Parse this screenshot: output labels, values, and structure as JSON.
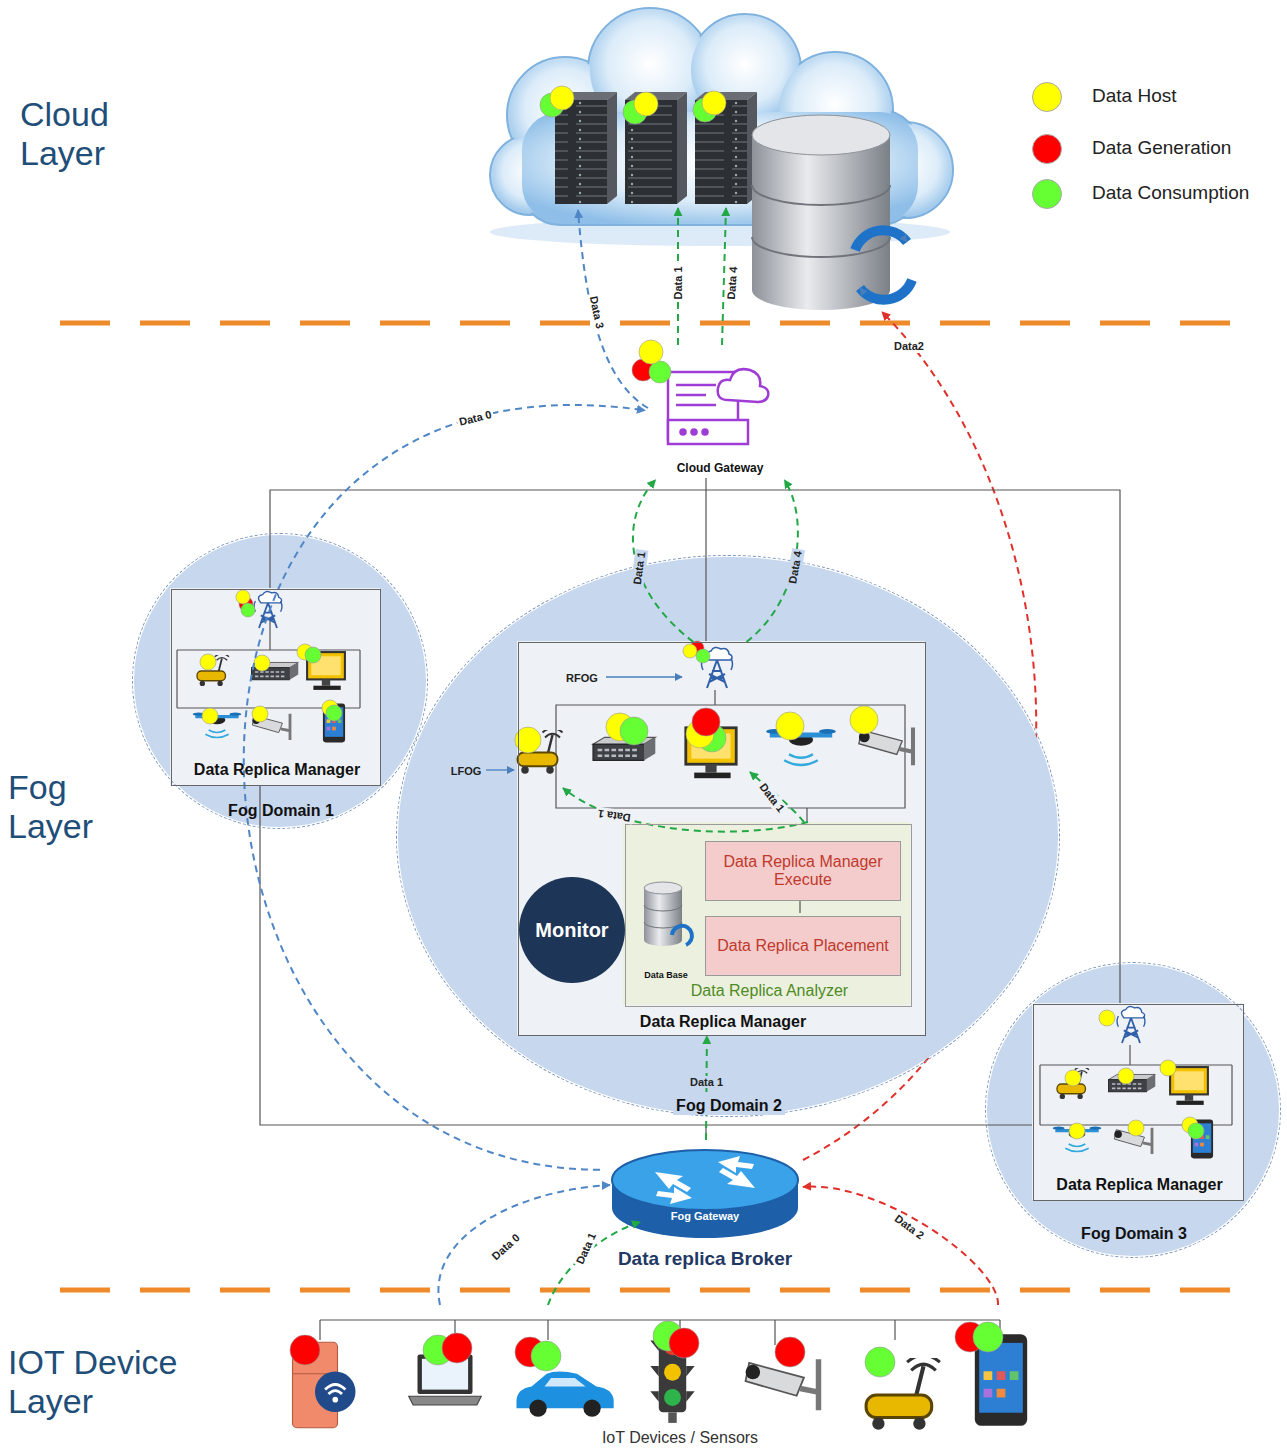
{
  "diagram": {
    "nodes": [
      {
        "text": [
          "Cloud Gateway"
        ]
      },
      {
        "text": [
          "Fog  Domain 1"
        ]
      },
      {
        "text": [
          "Data Replica Manager"
        ],
        "in": 1
      },
      {
        "text": [
          "Fog  Domain 2"
        ]
      },
      {
        "text": [
          "Data Replica Manager"
        ],
        "in": 3
      },
      {
        "text": [
          "Data Replica Analyzer"
        ],
        "in": 4
      },
      {
        "text": [
          "Data Replica Manager Execute"
        ],
        "in": 5
      },
      {
        "text": [
          "Data Replica Placement"
        ],
        "in": 5
      },
      {
        "text": [
          "Monitor"
        ],
        "in": 4
      },
      {
        "text": [
          "Data Base"
        ],
        "in": 5
      },
      {
        "text": [
          "Fog  Domain 3"
        ]
      },
      {
        "text": [
          "Data Replica Manager"
        ],
        "in": 10
      },
      {
        "text": [
          "Fog Gateway",
          "Data replica Broker"
        ]
      }
    ],
    "edges": [
      {
        "from": 12,
        "to": 4,
        "label": "Data 1",
        "arrow": "to"
      },
      {
        "from": 12,
        "to": 0,
        "label": "Data 0",
        "arrow": "to"
      },
      {
        "from": 4,
        "to": 0,
        "label": "Data 1",
        "arrow": "to"
      },
      {
        "from": 4,
        "to": 0,
        "label": "Data 4",
        "arrow": "to"
      }
    ],
    "labels": [
      "Cloud Layer",
      "Fog Layer",
      "IOT Device Layer",
      "Data 3",
      "Data 1",
      "Data 4",
      "Data2",
      "RFOG",
      "LFOG",
      "Data 1",
      "Data 1",
      "Data 0",
      "Data 1",
      "Data 2",
      "IoT Devices / Sensors"
    ],
    "legend": [
      {
        "text": "Data Host",
        "color": "#ffff00"
      },
      {
        "text": "Data Generation",
        "color": "#ff0000"
      },
      {
        "text": "Data Consumption",
        "color": "#66ff33"
      }
    ]
  }
}
